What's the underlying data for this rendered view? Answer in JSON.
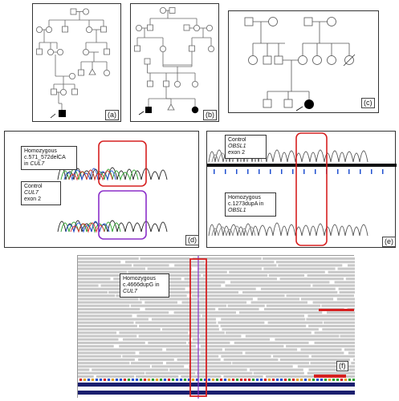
{
  "panels": {
    "a": {
      "label": "(a)"
    },
    "b": {
      "label": "(b)"
    },
    "c": {
      "label": "(c)"
    },
    "d": {
      "label": "(d)",
      "mutant": {
        "line1": "Homozygous",
        "line2": "c.571_572delCA",
        "line3_prefix": "in ",
        "gene": "CUL7"
      },
      "control": {
        "line1_prefix": "Control ",
        "gene": "CUL7",
        "line2": "exon 2"
      }
    },
    "e": {
      "label": "(e)",
      "control": {
        "line1_prefix": "Control ",
        "gene": "OBSL1",
        "line2": "exon 2"
      },
      "mutant": {
        "line1": "Homozygous",
        "line2": "c.1273dupA  in",
        "gene": "OBSL1"
      }
    },
    "f": {
      "label": "(f)",
      "mutant": {
        "line1": "Homozygous",
        "line2": "c.4666dupG in",
        "gene": "CUL7"
      }
    }
  },
  "colors": {
    "highlight_red": "#d62020",
    "highlight_purple": "#8b2fc9",
    "trace_green": "#2aa02a",
    "trace_blue": "#2050d0",
    "trace_black": "#222222",
    "trace_red": "#e03030",
    "read_gray": "#c8c8c8",
    "track_navy": "#1b1f6e"
  }
}
